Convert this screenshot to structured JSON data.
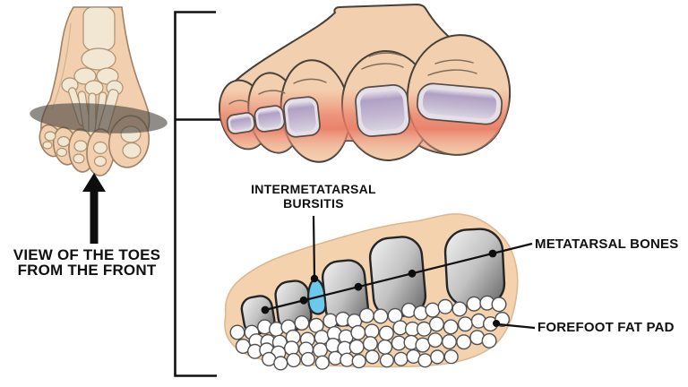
{
  "caption": {
    "line1": "VIEW OF THE TOES",
    "line2": "FROM THE FRONT"
  },
  "labels": {
    "bursitis": {
      "line1": "INTERMETATARSAL",
      "line2": "BURSITIS"
    },
    "metatarsal_bones": "METATARSAL BONES",
    "forefoot_fat_pad": "FOREFOOT FAT PAD"
  },
  "icons": {
    "up_arrow": "up-arrow-icon",
    "section_plane": "cross-section-plane-ellipse"
  },
  "colors": {
    "skin": "#f2cfae",
    "skin_shadow": "#e9c29c",
    "outline_dark": "#474038",
    "red_band": "#e98570",
    "nail_purple": "#b4a6c6",
    "nail_light": "#e4dfe9",
    "bone_cream": "#f3e9d6",
    "bone_outline": "#ab8e6c",
    "plane_gray": "#46413a",
    "metatarsal_gray_dark": "#636363",
    "bursa_blue": "#6cc9ee",
    "fat_pad_peach": "#f4d2ae",
    "ink": "#101010"
  }
}
